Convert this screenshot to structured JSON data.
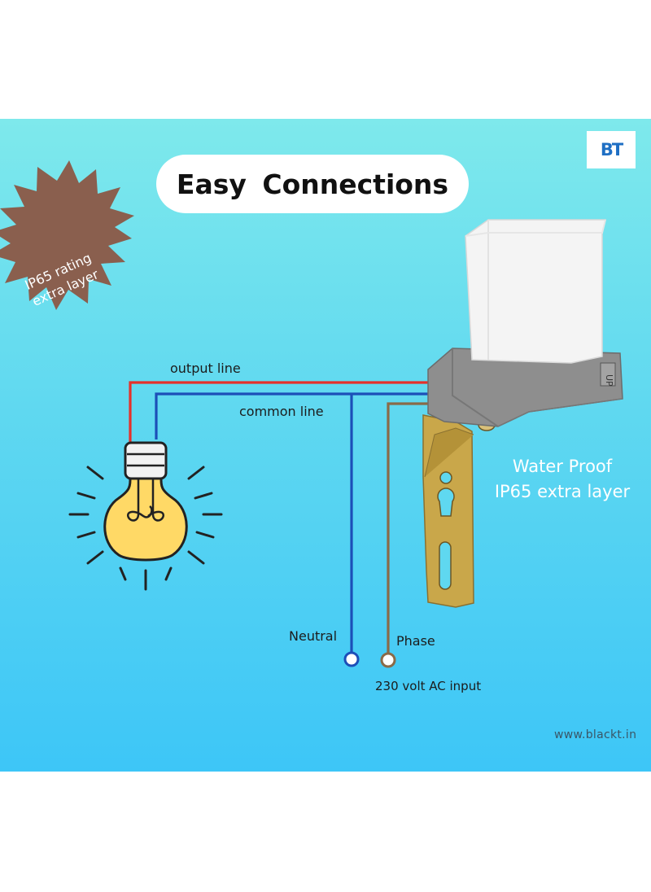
{
  "title": "Easy  Connections",
  "logo": {
    "text": "BT",
    "color": "#1f6fc4"
  },
  "badge": {
    "text": "IP65 rating extra layer",
    "color": "#8a5f4e",
    "shape": "starburst"
  },
  "wires": {
    "output": {
      "label": "output line",
      "color": "#e5312b"
    },
    "common": {
      "label": "common line",
      "color": "#1c4fb8"
    },
    "neutral": {
      "label": "Neutral",
      "color": "#1c4fb8"
    },
    "phase": {
      "label": "Phase",
      "color": "#8a6a48"
    }
  },
  "input": {
    "label": "230 volt AC input"
  },
  "device": {
    "label": "Water Proof IP65 extra layer",
    "name": "photocell sensor switch",
    "cap_color": "#f4f4f4",
    "body_color": "#8e8e8e",
    "bracket_color": "#c9a74a",
    "body_marking": "UP"
  },
  "bulb": {
    "color": "#ffd966",
    "icon": "light-bulb-icon"
  },
  "website": "www.blackt.in",
  "colors": {
    "background_top": "#7ee9ec",
    "background_bottom": "#3dc6f7"
  }
}
